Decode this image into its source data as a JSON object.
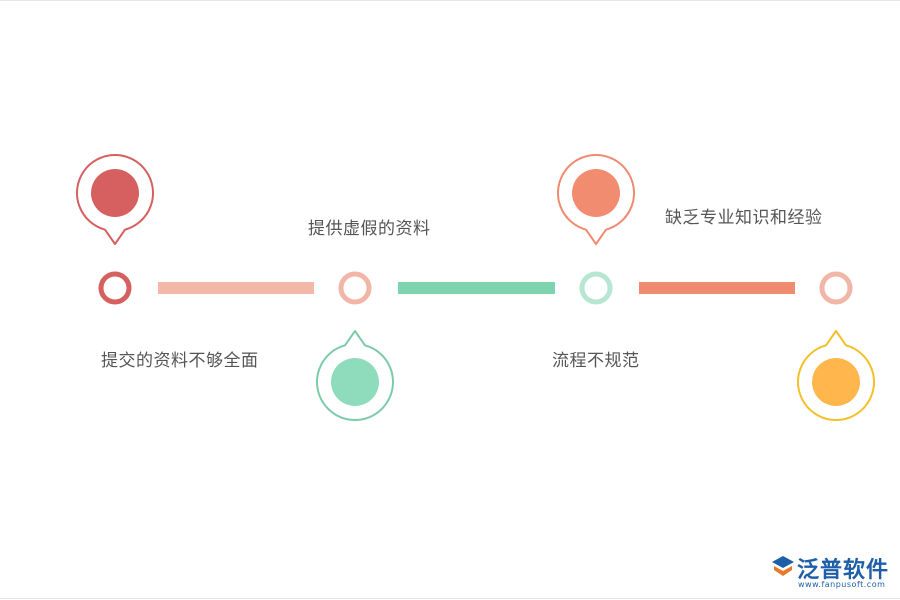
{
  "steps": [
    {
      "label": "提交的资料不够全面",
      "color": "#d65f5f",
      "ring_color": "#d65f5f",
      "pin": "above"
    },
    {
      "label": "提供虚假的资料",
      "color": "#8fdcbc",
      "ring_color": "#f2b6a8",
      "pin": "below"
    },
    {
      "label": "流程不规范",
      "color": "#f28c70",
      "ring_color": "#b7e6d2",
      "pin": "above"
    },
    {
      "label": "缺乏专业知识和经验",
      "color": "#ffb74d",
      "ring_color": "#f2b6a8",
      "pin": "below"
    }
  ],
  "connectors": [
    {
      "color": "#f2b8a8"
    },
    {
      "color": "#7ed4ae"
    },
    {
      "color": "#f08a70"
    }
  ],
  "pin_colors": [
    "#d65f5f",
    "#7ccba8",
    "#f08a70",
    "#f5bf2a"
  ],
  "logo": {
    "name": "泛普软件",
    "url": "www.fanpusoft.com",
    "color": "#1f5fa8"
  }
}
